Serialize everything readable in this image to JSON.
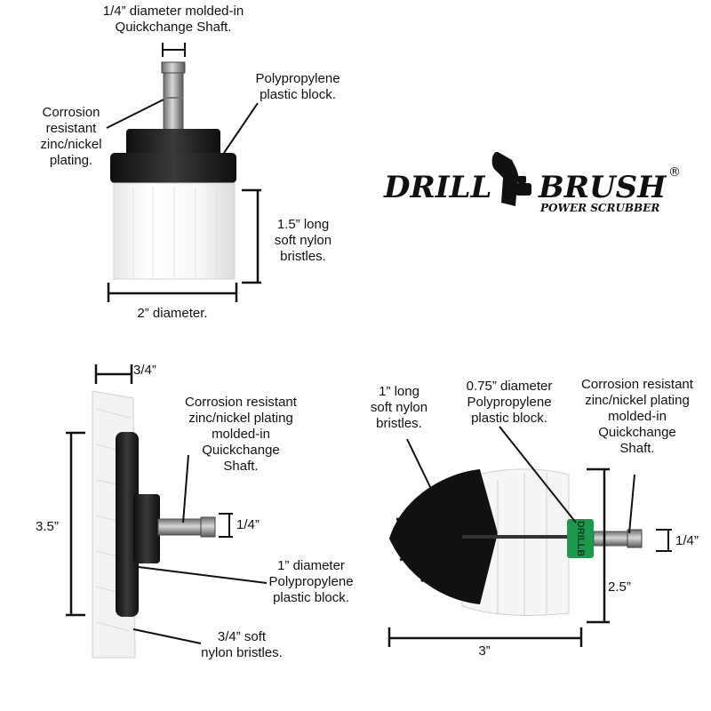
{
  "brand": {
    "name_left": "DRILL",
    "name_right": "BRUSH",
    "registered": "®",
    "tagline": "POWER SCRUBBER"
  },
  "brush_top": {
    "shaft_label": "1/4” diameter molded-in\nQuickchange Shaft.",
    "plating_label": "Corrosion\nresistant\nzinc/nickel\nplating.",
    "block_label": "Polypropylene\nplastic block.",
    "bristle_label": "1.5” long\nsoft nylon\nbristles.",
    "diameter_label": "2” diameter."
  },
  "brush_left": {
    "width_label": "3/4”",
    "plating_label": "Corrosion resistant\nzinc/nickel plating\nmolded-in\nQuickchange\nShaft.",
    "height_label": "3.5”",
    "shaft_label": "1/4”",
    "block_label": "1” diameter\nPolypropylene\nplastic block.",
    "bristle_label": "3/4” soft\nnylon bristles."
  },
  "brush_right": {
    "bristle_label": "1” long\nsoft nylon\nbristles.",
    "block_label": "0.75” diameter\nPolypropylene\nplastic block.",
    "plating_label": "Corrosion resistant\nzinc/nickel plating\nmolded-in\nQuickchange\nShaft.",
    "shaft_label": "1/4”",
    "height_label": "2.5”",
    "length_label": "3”",
    "collar_text": "DRILLB"
  },
  "colors": {
    "collar_green": "#1a9a4a",
    "plastic_black": "#1c1c1c",
    "bristle_white": "#f4f4f4",
    "metal": "#9a9a9a"
  }
}
